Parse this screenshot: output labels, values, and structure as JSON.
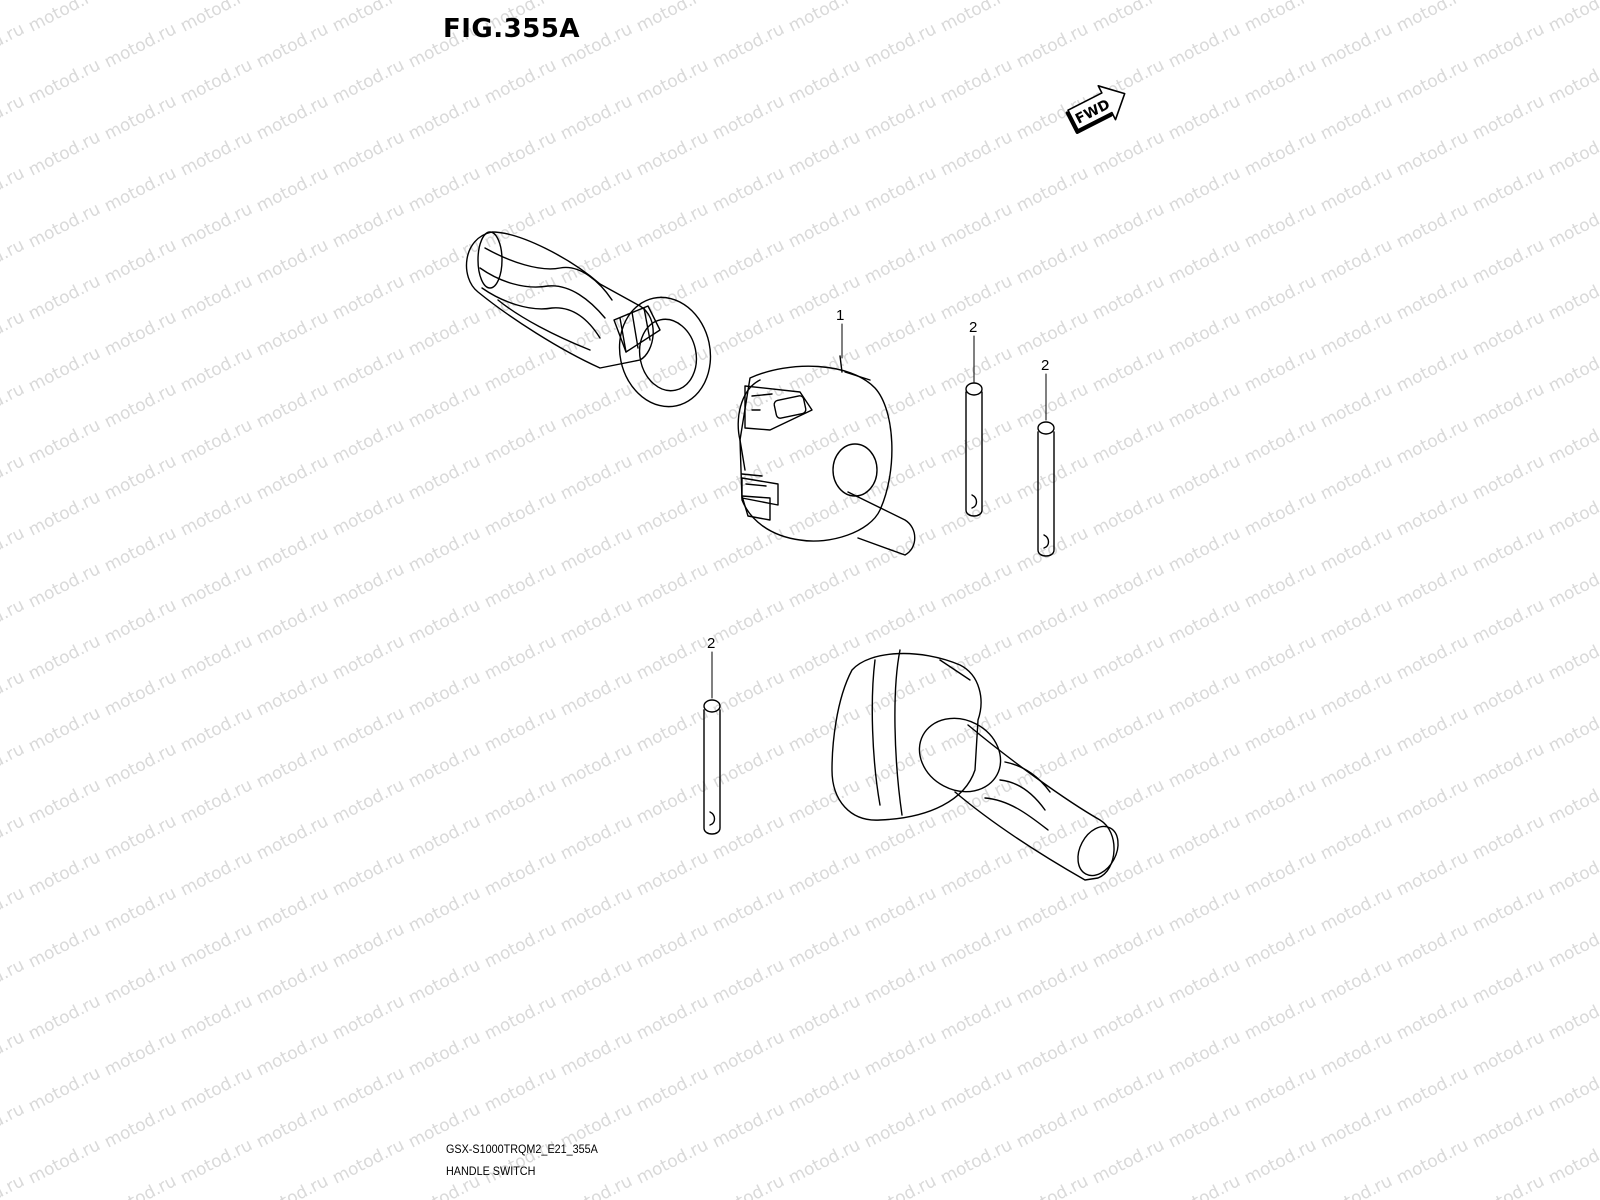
{
  "figure": {
    "title": "FIG.355A",
    "direction_badge": "FWD"
  },
  "callouts": {
    "part_1": "1",
    "part_2a": "2",
    "part_2b": "2",
    "part_2c": "2"
  },
  "footer": {
    "model_code": "GSX-S1000TRQM2_E21_355A",
    "section_name": "HANDLE SWITCH"
  },
  "watermark": {
    "text": "motod.ru",
    "color": "#d9d9d9"
  },
  "colors": {
    "line": "#000000",
    "background": "#ffffff"
  }
}
